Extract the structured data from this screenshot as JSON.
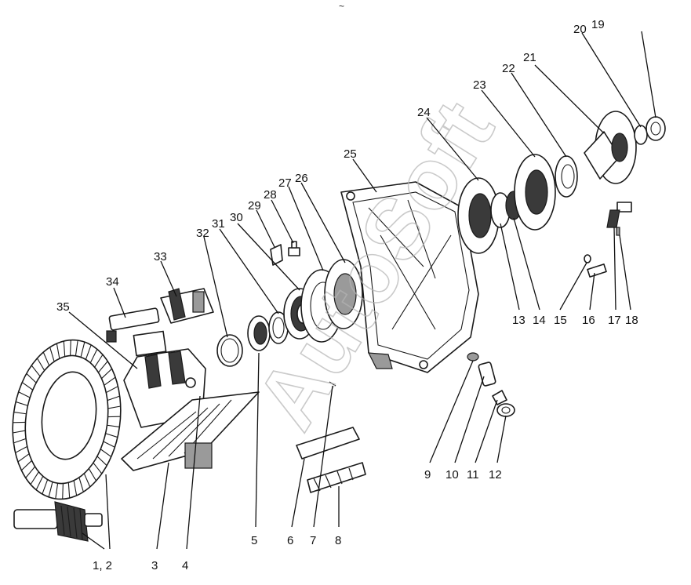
{
  "page_mark": "~",
  "watermark": "AutoSoft",
  "callouts": {
    "c1_2": "1, 2",
    "c3": "3",
    "c4": "4",
    "c5": "5",
    "c6": "6",
    "c7": "7",
    "c8": "8",
    "c9": "9",
    "c10": "10",
    "c11": "11",
    "c12": "12",
    "c13": "13",
    "c14": "14",
    "c15": "15",
    "c16": "16",
    "c17": "17",
    "c18": "18",
    "c19": "19",
    "c20": "20",
    "c21": "21",
    "c22": "22",
    "c23": "23",
    "c24": "24",
    "c25": "25",
    "c26": "26",
    "c27": "27",
    "c28": "28",
    "c29": "29",
    "c30": "30",
    "c31": "31",
    "c32": "32",
    "c33": "33",
    "c34": "34",
    "c35": "35"
  },
  "colors": {
    "ink": "#1a1a1a",
    "paper": "#ffffff",
    "watermark": "#b5b5b5"
  }
}
